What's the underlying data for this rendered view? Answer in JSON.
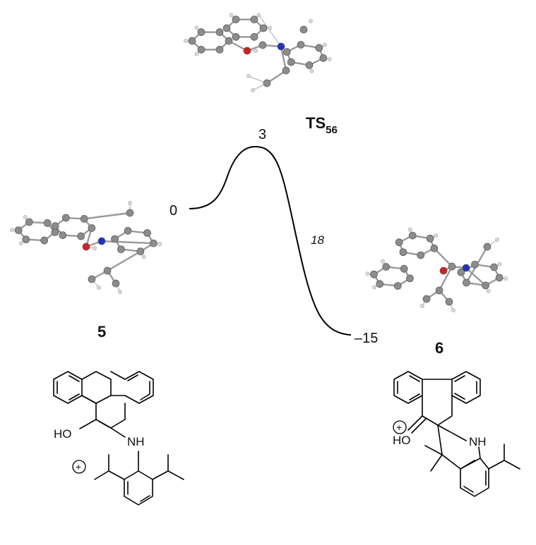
{
  "energy_profile": {
    "reactant_energy": "0",
    "ts_energy": "3",
    "product_energy": "–15",
    "barrier_label": "18"
  },
  "structures": {
    "reactant_label": "5",
    "ts_label_main": "TS",
    "ts_label_sub": "56",
    "product_label": "6"
  },
  "reactant_drawing": {
    "oh_label": "HO",
    "nh_label": "NH",
    "charge_label": "+"
  },
  "product_drawing": {
    "oh_label": "HO",
    "nh_label": "NH",
    "charge_label": "+"
  },
  "colors": {
    "carbon": "#8c8c8c",
    "hydrogen": "#d9d9d9",
    "oxygen": "#d42020",
    "nitrogen": "#2233bb",
    "line": "#000000"
  }
}
